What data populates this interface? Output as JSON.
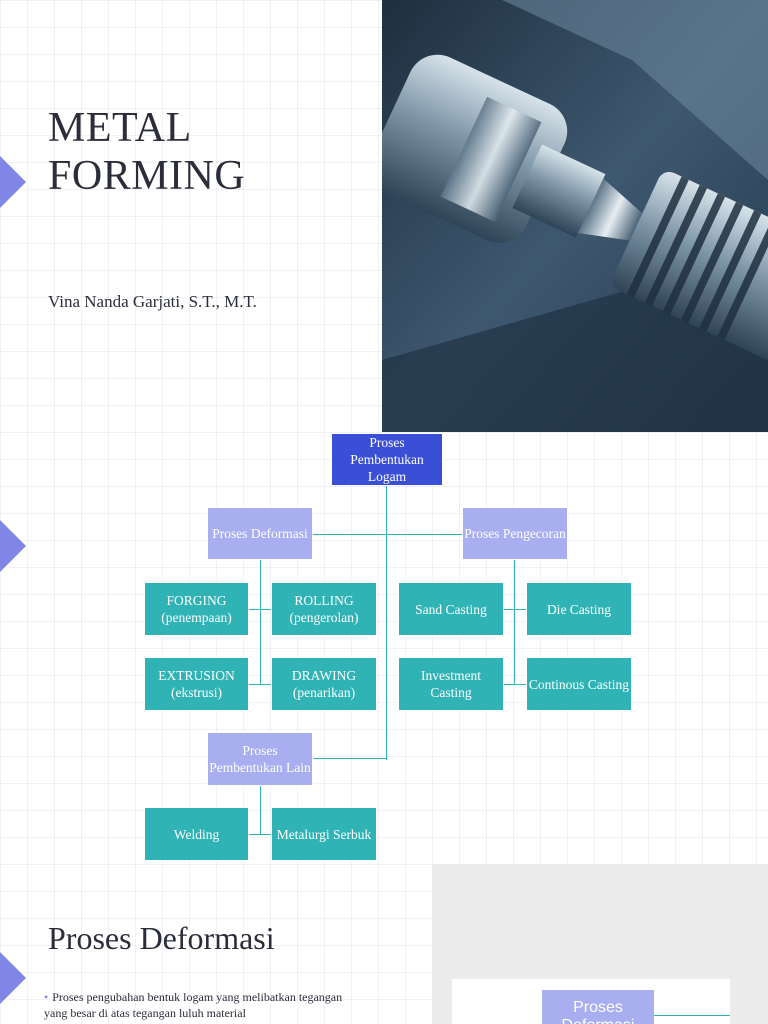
{
  "slide1": {
    "title_line1": "METAL",
    "title_line2": "FORMING",
    "author": "Vina Nanda Garjati, S.T., M.T.",
    "photo_icon": "lathe-machine-photo"
  },
  "slide2": {
    "root": "Proses Pembentukan Logam",
    "deformasi": "Proses Deformasi",
    "pengecoran": "Proses Pengecoran",
    "lain": "Proses Pembentukan Lain",
    "forging": "FORGING (penempaan)",
    "rolling": "ROLLING (pengerolan)",
    "extrusion": "EXTRUSION (ekstrusi)",
    "drawing": "DRAWING (penarikan)",
    "sand_casting": "Sand Casting",
    "die_casting": "Die Casting",
    "investment_casting": "Investment Casting",
    "continous_casting": "Continous Casting",
    "welding": "Welding",
    "metalurgi_serbuk": "Metalurgi Serbuk",
    "colors": {
      "root": "#3b4fd6",
      "category": "#a9aef0",
      "leaf": "#2fb3b5"
    }
  },
  "slide3": {
    "title": "Proses Deformasi",
    "bullet": "Proses pengubahan bentuk logam yang melibatkan tegangan yang besar di atas tegangan luluh material",
    "mini_box": "Proses Deformasi"
  },
  "accent_color": "#7f86e6"
}
